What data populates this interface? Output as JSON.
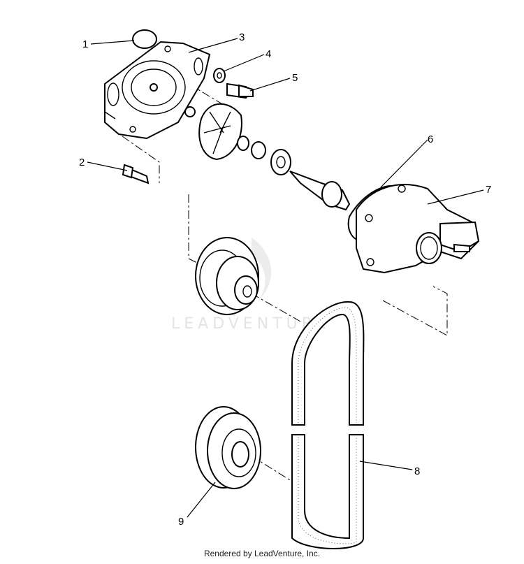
{
  "diagram": {
    "watermark_text": "LEADVENTURE",
    "callouts": [
      {
        "id": "1",
        "label": "1"
      },
      {
        "id": "2",
        "label": "2"
      },
      {
        "id": "3",
        "label": "3"
      },
      {
        "id": "4",
        "label": "4"
      },
      {
        "id": "5",
        "label": "5"
      },
      {
        "id": "6",
        "label": "6"
      },
      {
        "id": "7",
        "label": "7"
      },
      {
        "id": "8",
        "label": "8"
      },
      {
        "id": "9",
        "label": "9"
      }
    ]
  },
  "footer": {
    "text": "Rendered by LeadVenture, Inc."
  }
}
